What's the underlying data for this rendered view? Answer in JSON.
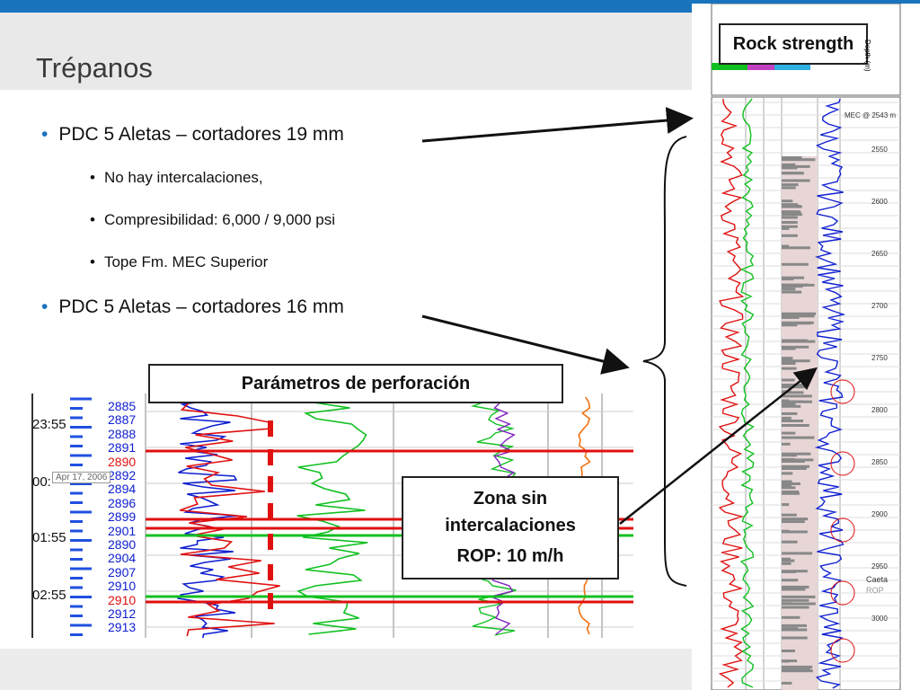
{
  "slide": {
    "title": "Trépanos",
    "bullets": [
      {
        "text": "PDC 5 Aletas – cortadores 19 mm",
        "level": 1
      },
      {
        "text": "No hay intercalaciones,",
        "level": 2
      },
      {
        "text": "Compresibilidad: 6,000 / 9,000 psi",
        "level": 2
      },
      {
        "text": "Tope Fm. MEC Superior",
        "level": 2
      },
      {
        "text": "PDC 5 Aletas – cortadores 16 mm",
        "level": 1
      }
    ]
  },
  "drilling_log": {
    "label": "Parámetros de perforación",
    "times": [
      "23:55",
      "00:",
      "01:55",
      "02:55"
    ],
    "date_tag": "Apr 17, 2006",
    "depths": [
      {
        "v": "2885",
        "c": "blue"
      },
      {
        "v": "2887",
        "c": "blue"
      },
      {
        "v": "2888",
        "c": "blue"
      },
      {
        "v": "2891",
        "c": "blue"
      },
      {
        "v": "2890",
        "c": "red"
      },
      {
        "v": "2892",
        "c": "blue"
      },
      {
        "v": "2894",
        "c": "blue"
      },
      {
        "v": "2896",
        "c": "blue"
      },
      {
        "v": "2899",
        "c": "blue"
      },
      {
        "v": "2901",
        "c": "blue"
      },
      {
        "v": "2890",
        "c": "blue"
      },
      {
        "v": "2904",
        "c": "blue"
      },
      {
        "v": "2907",
        "c": "blue"
      },
      {
        "v": "2910",
        "c": "blue"
      },
      {
        "v": "2910",
        "c": "red"
      },
      {
        "v": "2912",
        "c": "blue"
      },
      {
        "v": "2913",
        "c": "blue"
      }
    ]
  },
  "zone_box": {
    "line1": "Zona sin",
    "line2": "intercalaciones",
    "line3": "ROP: 10 m/h"
  },
  "rock_log": {
    "title": "Rock strength",
    "depth_axis_label": "Depth (m)",
    "marker": "MEC @ 2543 m",
    "side_labels": [
      "Caeta",
      "ROP"
    ],
    "depth_ticks": [
      "2550",
      "2600",
      "2650",
      "2700",
      "2750",
      "2800",
      "2850",
      "2900",
      "2950",
      "3000"
    ]
  },
  "colors": {
    "accent": "#1a73bd",
    "trace_red": "#e01010",
    "trace_green": "#10c020",
    "trace_blue": "#1020d0",
    "trace_orange": "#f07010",
    "trace_purple": "#8020c0"
  }
}
